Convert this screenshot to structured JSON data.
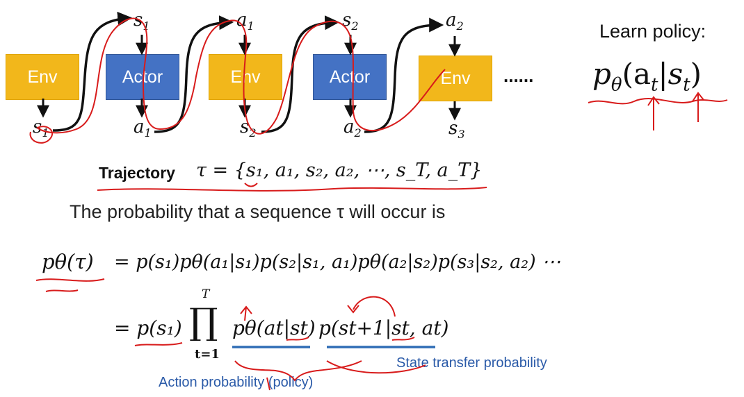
{
  "diagram": {
    "boxes": [
      {
        "label": "Env"
      },
      {
        "label": "Actor"
      },
      {
        "label": "Env"
      },
      {
        "label": "Actor"
      },
      {
        "label": "Env"
      }
    ],
    "top_labels": {
      "s1": "s",
      "s1_sub": "1",
      "a1": "a",
      "a1_sub": "1",
      "s2": "s",
      "s2_sub": "2",
      "a2": "a",
      "a2_sub": "2"
    },
    "bottom_labels": {
      "s1": "s",
      "s1_sub": "1",
      "a1": "a",
      "a1_sub": "1",
      "s2": "s",
      "s2_sub": "2",
      "a2": "a",
      "a2_sub": "2",
      "s3": "s",
      "s3_sub": "3"
    },
    "ellipsis": "......"
  },
  "policy": {
    "title": "Learn policy:",
    "formula_p": "p",
    "formula_theta": "θ",
    "formula_rest_a": "(a",
    "formula_t1": "t",
    "formula_bar": "|s",
    "formula_t2": "t",
    "formula_close": ")"
  },
  "trajectory": {
    "label": "Trajectory",
    "formula": "τ = {s₁, a₁, s₂, a₂, ⋯, s_T, a_T}"
  },
  "probability_text": "The probability that a sequence τ will occur is",
  "equations": {
    "lhs": "pθ(τ)",
    "line1": "= p(s₁)pθ(a₁|s₁)p(s₂|s₁, a₁)pθ(a₂|s₂)p(s₃|s₂, a₂) ⋯",
    "line2_prefix": "= p(s₁)",
    "prod_top": "T",
    "prod_symbol": "∏",
    "prod_bottom": "t=1",
    "line2_policy": "pθ(at|st)",
    "line2_transfer": "p(st+1|st, at)"
  },
  "annotations": {
    "state_transfer": "State transfer probability",
    "action_probability": "Action probability (policy)"
  },
  "colors": {
    "env": "#f2b71b",
    "actor": "#4472c4",
    "ink_red": "#d81b1b",
    "underline_blue": "#2f6db5",
    "label_blue": "#2a5aa8"
  }
}
